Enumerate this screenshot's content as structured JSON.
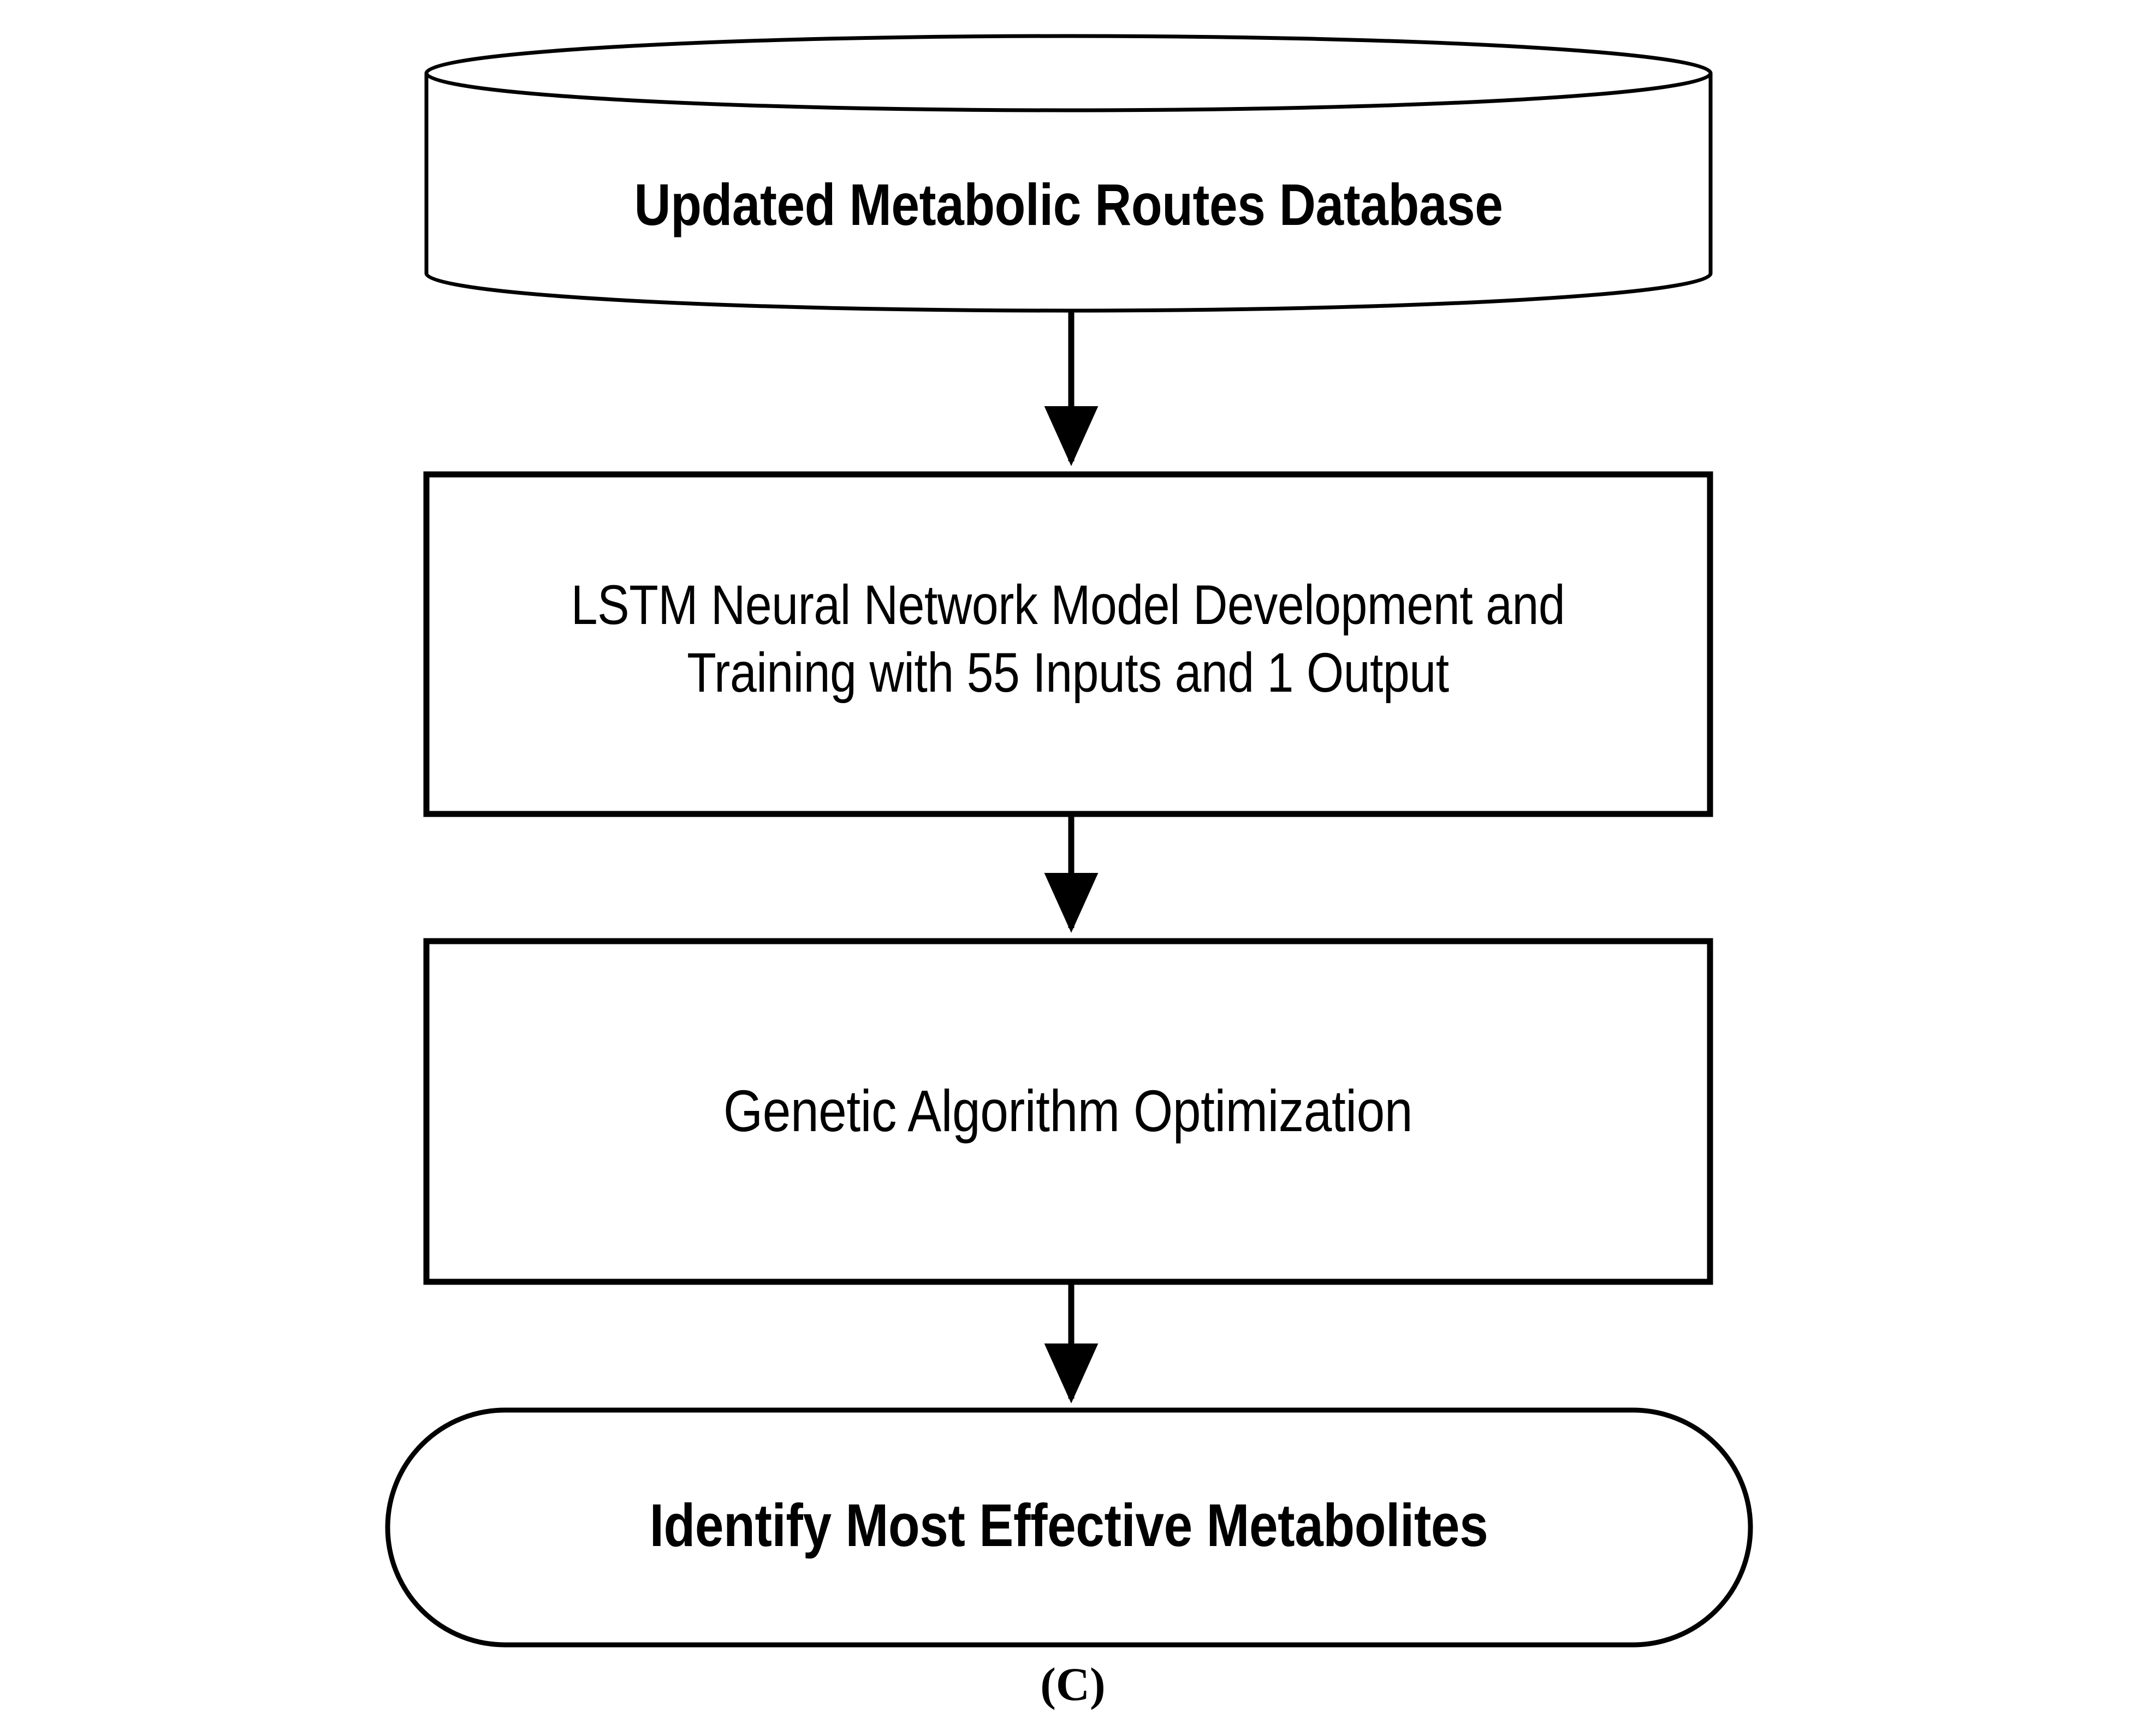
{
  "figure": {
    "caption": "(C)",
    "orientation": "vertical-top-down",
    "background_color": "#ffffff",
    "stroke_color": "#000000"
  },
  "nodes": [
    {
      "id": "database",
      "shape": "cylinder",
      "label": "Updated Metabolic Routes Database",
      "order": 1
    },
    {
      "id": "lstm",
      "shape": "rectangle",
      "label": "LSTM Neural Network Model Development and\nTraining with 55 Inputs and 1 Output",
      "order": 2
    },
    {
      "id": "genetic-algorithm",
      "shape": "rectangle",
      "label": "Genetic Algorithm Optimization",
      "order": 3
    },
    {
      "id": "identify",
      "shape": "stadium",
      "label": "Identify Most Effective Metabolites",
      "order": 4
    }
  ],
  "edges": [
    {
      "from": "database",
      "to": "lstm",
      "type": "arrow",
      "direction": "down",
      "label": ""
    },
    {
      "from": "lstm",
      "to": "genetic-algorithm",
      "type": "arrow",
      "direction": "down",
      "label": ""
    },
    {
      "from": "genetic-algorithm",
      "to": "identify",
      "type": "arrow",
      "direction": "down",
      "label": ""
    }
  ]
}
